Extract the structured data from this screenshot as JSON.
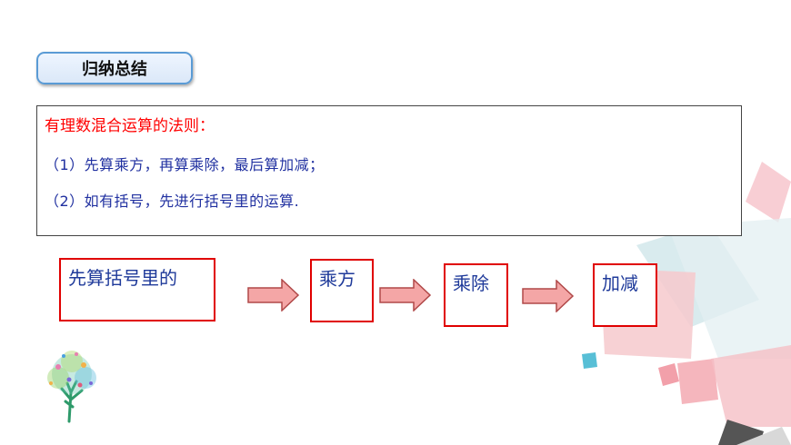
{
  "summary_title": "归纳总结",
  "rules": {
    "heading": "有理数混合运算的法则：",
    "items": [
      "（1）先算乘方，再算乘除，最后算加减；",
      "（2）如有括号，先进行括号里的运算."
    ]
  },
  "flow_steps": [
    "先算括号里的",
    "乘方",
    "乘除",
    "加减"
  ],
  "colors": {
    "heading_red": "#ff0000",
    "rule_blue": "#2030a0",
    "box_border_red": "#e00000",
    "arrow_fill": "#f4a6a6",
    "title_border": "#5a9bd5"
  },
  "icons": [
    "tree-icon"
  ]
}
